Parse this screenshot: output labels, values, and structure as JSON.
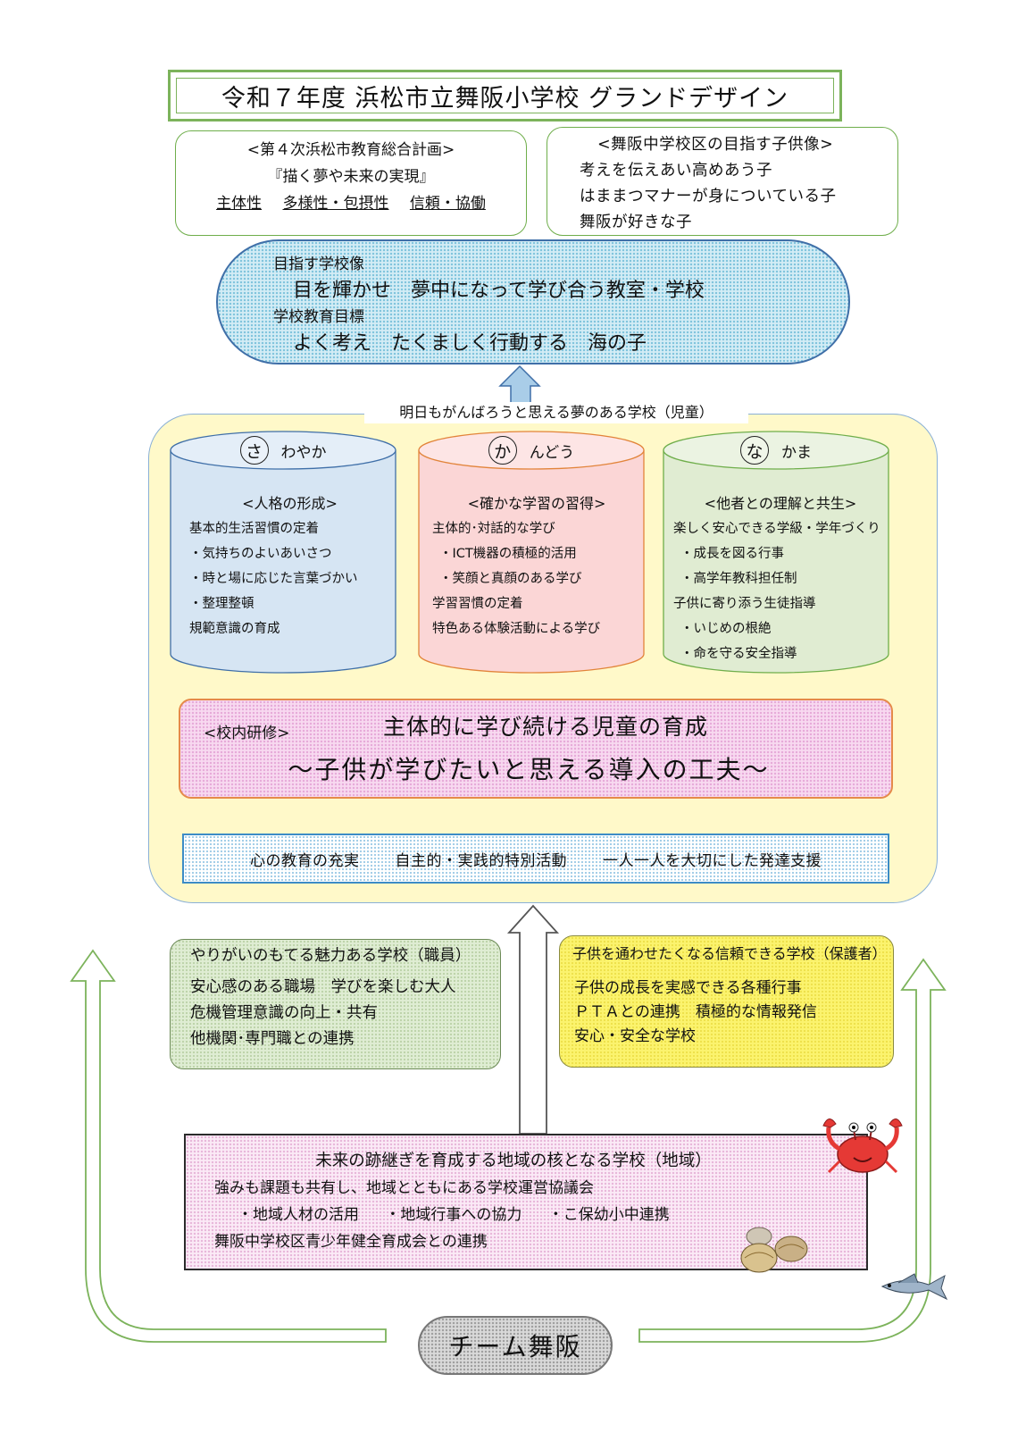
{
  "title": "令和７年度 浜松市立舞阪小学校 グランドデザイン",
  "plan": {
    "heading": "<第４次浜松市教育総合計画>",
    "subtitle": "『描く夢や未来の実現』",
    "keywords": [
      "主体性",
      "多様性・包摂性",
      "信頼・協働"
    ]
  },
  "child_ideal": {
    "heading": "<舞阪中学校区の目指す子供像>",
    "lines": [
      "考えを伝えあい高めあう子",
      "はままつマナーが身についている子",
      "舞阪が好きな子"
    ]
  },
  "vision": {
    "school_label": "目指す学校像",
    "school_text": "目を輝かせ　夢中になって学び合う教室・学校",
    "goal_label": "学校教育目標",
    "goal_text": "よく考え　たくましく行動する　海の子"
  },
  "main_caption": "明日もがんばろうと思える夢のある学校（児童）",
  "pillars": [
    {
      "circle": "さ",
      "rest": "わやか",
      "color": "#d6e5f3",
      "heading": "<人格の形成>",
      "items": [
        "基本的生活習慣の定着",
        "・気持ちのよいあいさつ",
        "・時と場に応じた言葉づかい",
        "・整理整頓",
        "規範意識の育成"
      ]
    },
    {
      "circle": "か",
      "rest": "んどう",
      "color": "#fbd6d6",
      "heading": "<確かな学習の習得>",
      "items": [
        "主体的･対話的な学び",
        "・ICT機器の積極的活用",
        "・笑顔と真顔のある学び",
        "学習習慣の定着",
        "特色ある体験活動による学び"
      ]
    },
    {
      "circle": "な",
      "rest": "かま",
      "color": "#e0ecd2",
      "heading": "<他者との理解と共生>",
      "items": [
        "楽しく安心できる学級・学年づくり",
        "・成長を図る行事",
        "・高学年教科担任制",
        "子供に寄り添う生徒指導",
        "・いじめの根絶",
        "・命を守る安全指導"
      ]
    }
  ],
  "research": {
    "label": "<校内研修>",
    "line1": "主体的に学び続ける児童の育成",
    "line2": "～子供が学びたいと思える導入の工夫～"
  },
  "foundation": [
    "心の教育の充実",
    "自主的・実践的特別活動",
    "一人一人を大切にした発達支援"
  ],
  "staff": {
    "heading": "やりがいのもてる魅力ある学校（職員）",
    "lines": [
      "安心感のある職場　学びを楽しむ大人",
      "危機管理意識の向上・共有",
      "他機関･専門職との連携"
    ]
  },
  "parents": {
    "heading": "子供を通わせたくなる信頼できる学校（保護者）",
    "lines": [
      "子供の成長を実感できる各種行事",
      "ＰＴＡとの連携　積極的な情報発信",
      "安心・安全な学校"
    ]
  },
  "community": {
    "heading": "未来の跡継ぎを育成する地域の核となる学校（地域）",
    "line1": "強みも課題も共有し、地域とともにある学校運営協議会",
    "items": [
      "・地域人材の活用",
      "・地域行事への協力",
      "・こ保幼小中連携"
    ],
    "line3": "舞阪中学校区青少年健全育成会との連携"
  },
  "team": "チーム舞阪",
  "colors": {
    "green": "#7cb35b",
    "blue": "#3f6fa8",
    "yellow_frame": "#fff9c9"
  },
  "icons": [
    "crab-icon",
    "clams-icon",
    "fish-icon"
  ]
}
